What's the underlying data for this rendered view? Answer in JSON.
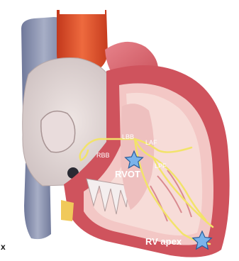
{
  "labels": {
    "rbb": "RBB",
    "lbb": "LBB",
    "laf": "LAF",
    "lpf": "LPF",
    "rvot": "RVOT",
    "rv_apex": "RV apex",
    "edge_fragment": "x"
  },
  "colors": {
    "myocardium": "#d9606a",
    "aorta": "#e0502e",
    "vena_cava": "#8e97b3",
    "conduction": "#f2e36a",
    "star_marker": "#7ab3ea"
  },
  "icons": {
    "rvot_marker": "star-icon",
    "apex_marker": "star-icon"
  }
}
